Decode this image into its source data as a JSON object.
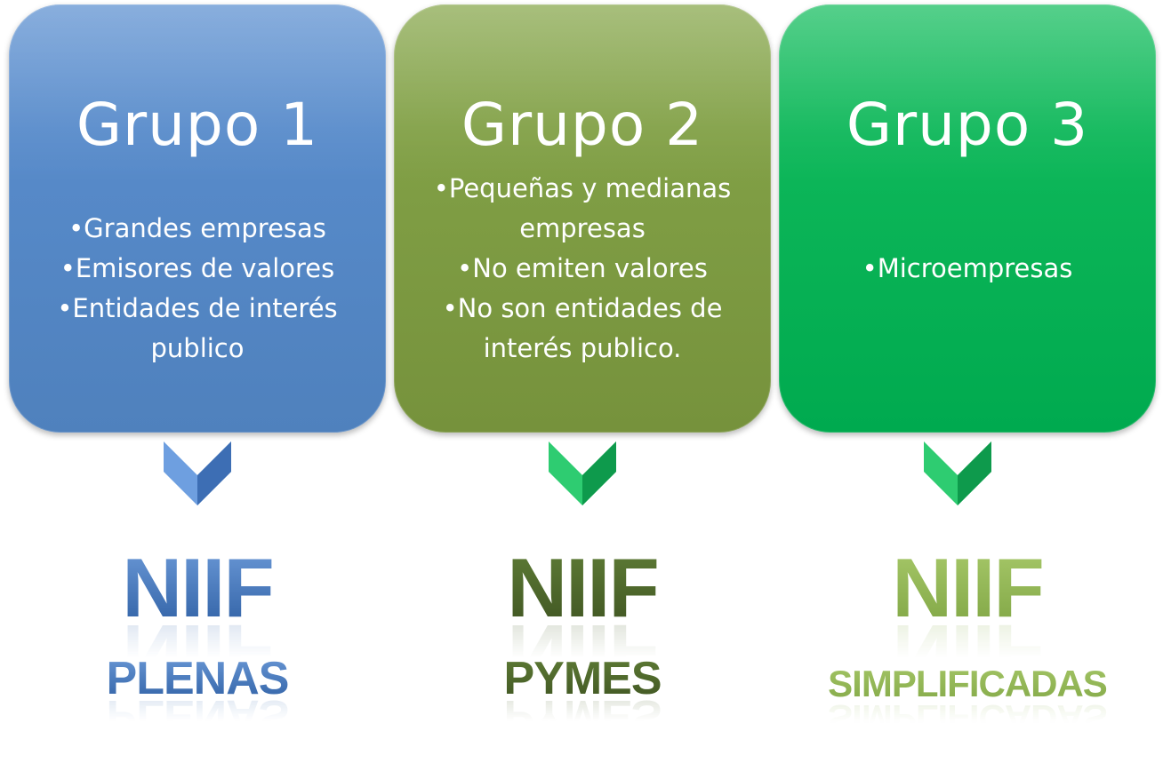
{
  "groups": [
    {
      "title": "Grupo 1",
      "items": [
        "Grandes empresas",
        "Emisores de valores",
        "Entidades de interés publico"
      ],
      "niif": "NIIF",
      "type": "PLENAS",
      "colors": {
        "card_top": "#5b8fd0",
        "card_bottom": "#4f81bd",
        "arrow": "#6e9fe0",
        "arrow_dark": "#3d6eb4",
        "niif_top": "#6c9ad8",
        "niif_bottom": "#2e5fa3"
      }
    },
    {
      "title": "Grupo 2",
      "items": [
        "Pequeñas y medianas empresas",
        "No emiten valores",
        "No son entidades de interés publico."
      ],
      "niif": "NIIF",
      "type": "PYMES",
      "colors": {
        "card_top": "#86a64a",
        "card_bottom": "#76923c",
        "arrow": "#2ecc71",
        "arrow_dark": "#0e9a4c",
        "niif_top": "#5f7d36",
        "niif_bottom": "#3f5422"
      }
    },
    {
      "title": "Grupo 3",
      "items": [
        "Microempresas"
      ],
      "niif": "NIIF",
      "type": "SIMPLIFICADAS",
      "colors": {
        "card_top": "#14bd5e",
        "card_bottom": "#00aa4f",
        "arrow": "#2ecc71",
        "arrow_dark": "#0e9a4c",
        "niif_top": "#a8c96a",
        "niif_bottom": "#7fa544"
      }
    }
  ]
}
